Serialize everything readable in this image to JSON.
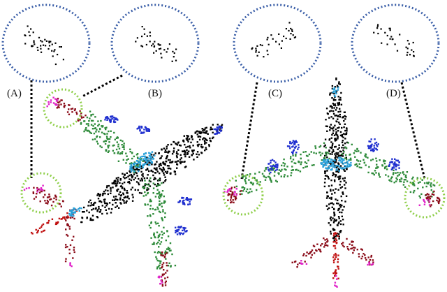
{
  "figure": {
    "labels": {
      "a": "(A)",
      "b": "(B)",
      "c": "(C)",
      "d": "(D)"
    },
    "colors": {
      "zoom_circle": "#3b5fa8",
      "highlight_circle": "#8fcf4a",
      "connector": "#000000",
      "fuselage": "#000000",
      "wing": "#2e8b3a",
      "engine": "#1f2fcf",
      "engine_alt": "#2aa0d8",
      "tail": "#8b0d1a",
      "tip": "#e020c8",
      "zoom_points": "#000000"
    },
    "icons": {
      "magnifier": "dotted-zoom-circle",
      "highlight": "dotted-highlight-circle"
    }
  }
}
